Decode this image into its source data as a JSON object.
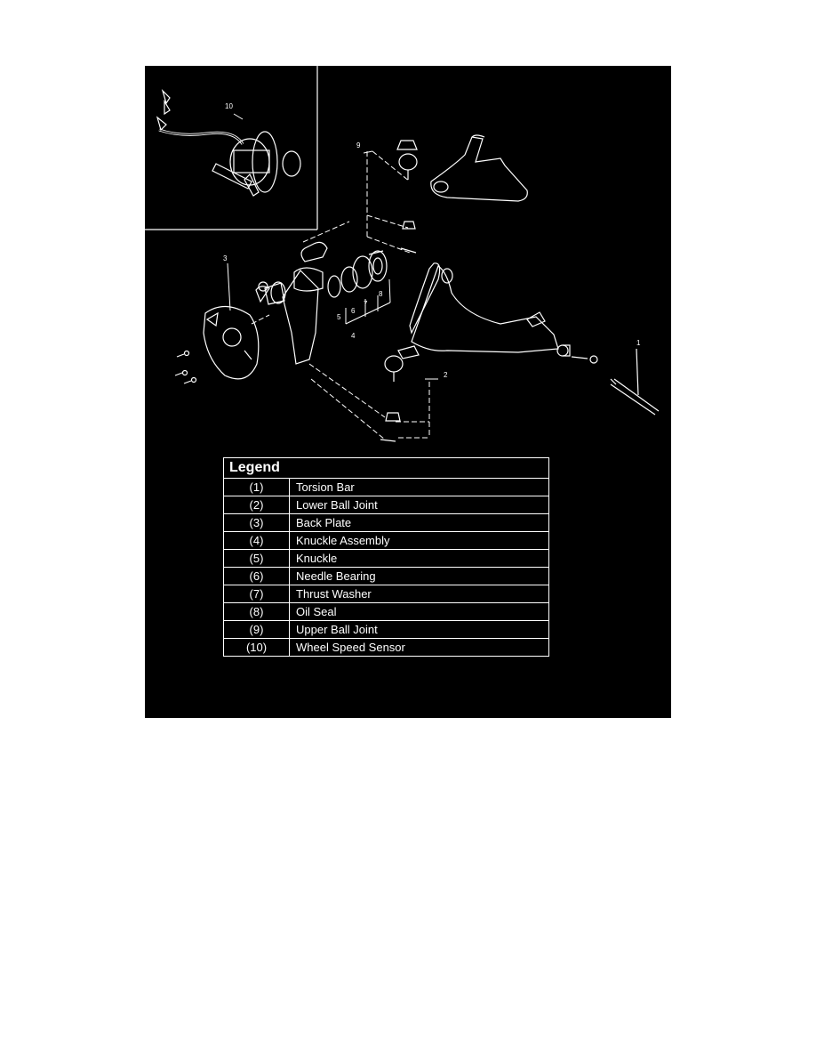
{
  "diagram": {
    "callouts": [
      {
        "id": "1",
        "text": "1"
      },
      {
        "id": "2",
        "text": "2"
      },
      {
        "id": "3",
        "text": "3"
      },
      {
        "id": "4",
        "text": "4"
      },
      {
        "id": "5",
        "text": "5"
      },
      {
        "id": "6",
        "text": "6"
      },
      {
        "id": "7",
        "text": "7"
      },
      {
        "id": "8",
        "text": "8"
      },
      {
        "id": "9",
        "text": "9"
      },
      {
        "id": "10",
        "text": "10"
      }
    ]
  },
  "legend": {
    "title": "Legend",
    "rows": [
      {
        "num": "(1)",
        "desc": "Torsion Bar"
      },
      {
        "num": "(2)",
        "desc": "Lower Ball Joint"
      },
      {
        "num": "(3)",
        "desc": "Back Plate"
      },
      {
        "num": "(4)",
        "desc": "Knuckle Assembly"
      },
      {
        "num": "(5)",
        "desc": "Knuckle"
      },
      {
        "num": "(6)",
        "desc": "Needle Bearing"
      },
      {
        "num": "(7)",
        "desc": "Thrust Washer"
      },
      {
        "num": "(8)",
        "desc": "Oil Seal"
      },
      {
        "num": "(9)",
        "desc": "Upper Ball Joint"
      },
      {
        "num": "(10)",
        "desc": "Wheel Speed Sensor"
      }
    ]
  }
}
